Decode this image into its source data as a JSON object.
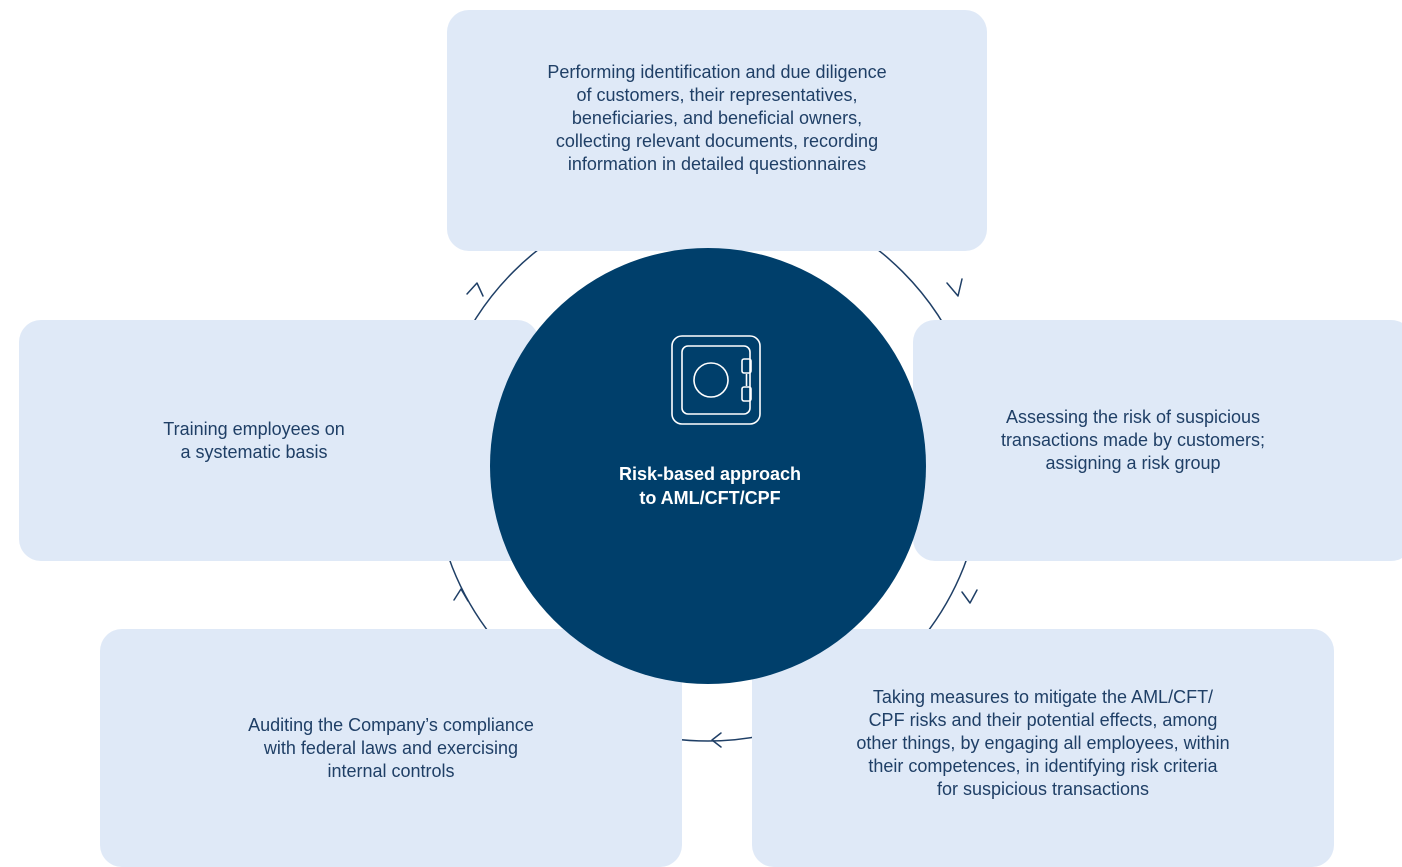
{
  "diagram": {
    "center": {
      "title": "Risk-based approach\nto AML/CFT/CPF",
      "icon": "safe-icon"
    },
    "steps": {
      "top": "Performing identification and due diligence\nof customers, their representatives,\nbeneficiaries, and beneficial owners,\ncollecting relevant documents, recording\ninformation in detailed questionnaires",
      "right": "Assessing the risk of suspicious\ntransactions made by customers;\nassigning a risk group",
      "bottom_right": "Taking measures to mitigate the AML/CFT/\nCPF risks and their potential effects, among\nother things, by engaging all employees, within\ntheir competences, in identifying risk criteria\nfor suspicious transactions",
      "bottom_left": "Auditing the Company’s compliance\nwith federal laws and exercising\ninternal controls",
      "left": "Training employees on\na systematic basis"
    },
    "colors": {
      "box_fill": "#dfe9f7",
      "center_fill": "#003f6b",
      "text": "#1f3f66",
      "arrow": "#1f3f66"
    }
  }
}
